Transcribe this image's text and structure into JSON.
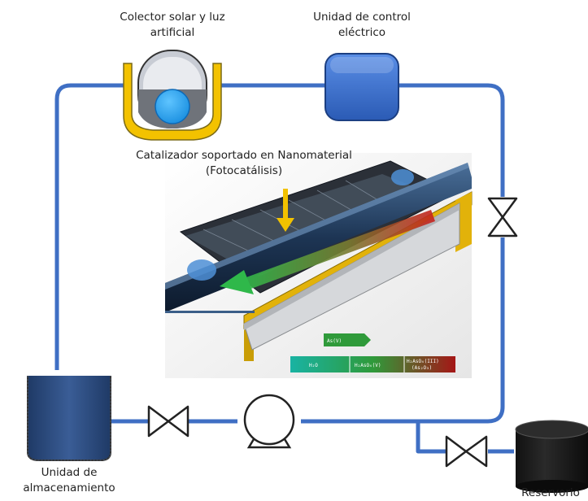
{
  "labels": {
    "collector_line1": "Colector solar y luz",
    "collector_line2": "artificial",
    "control_line1": "Unidad de control",
    "control_line2": "eléctrico",
    "catalyst_line1": "Catalizador soportado en Nanomaterial",
    "catalyst_line2": "(Fotocatálisis)",
    "storage_line1": "Unidad de",
    "storage_line2": "almacenamiento",
    "reservoir": "Reservorio"
  },
  "inset_labels": {
    "top": "As(V)",
    "left": "H₂O",
    "middle": "H₂AsO₄(V)",
    "right_line1": "H₂AsO₄(III)",
    "right_line2": "(As₂O₃)"
  },
  "colors": {
    "pipe": "#3f6fc4",
    "control_unit": "#3d72d4",
    "storage_tank": "#2c4a7c",
    "arrow_yellow": "#f2c200",
    "arrow_green": "#2fb84a",
    "arrow_red": "#c8211d"
  }
}
